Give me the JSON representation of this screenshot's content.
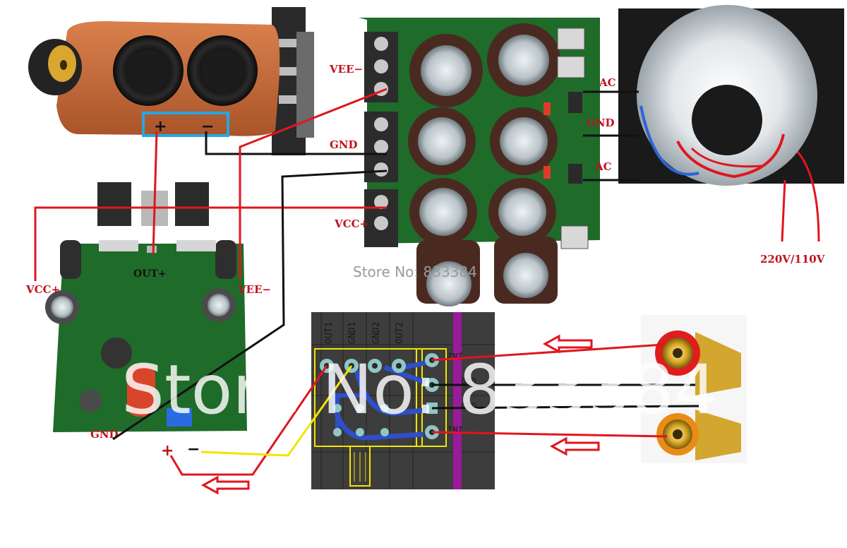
{
  "speaker": {
    "plus": "+",
    "minus": "−"
  },
  "power_board": {
    "vee_label": "VEE−",
    "gnd_label": "GND",
    "vcc_label": "VCC+",
    "ac_top": "AC",
    "ac_bottom": "AC",
    "transformer_gnd": "GND"
  },
  "transformer": {
    "mains_label": "220V/110V"
  },
  "amp_board": {
    "vcc_label": "VCC+",
    "vee_label": "VEE−",
    "out_label": "OUT+",
    "gnd_label": "GND"
  },
  "input": {
    "plus": "+",
    "minus": "−"
  },
  "pot_board": {
    "out1": "OUT1",
    "gnd1": "GND1",
    "gnd2": "GND2",
    "out2": "OUT2",
    "in2": "IN2",
    "gnd_a": "GND",
    "gnd_b": "GND",
    "in1": "IN1"
  },
  "watermark": {
    "small": "Store No: 833384",
    "large": "Store No: 833384"
  },
  "colors": {
    "wire_red": "#e0161e",
    "wire_black": "#111111",
    "wire_yellow": "#f2e400",
    "pcb_green": "#1f6b2a",
    "pot_bg": "#3d3d3d",
    "pot_track": "#2e4fc9"
  }
}
